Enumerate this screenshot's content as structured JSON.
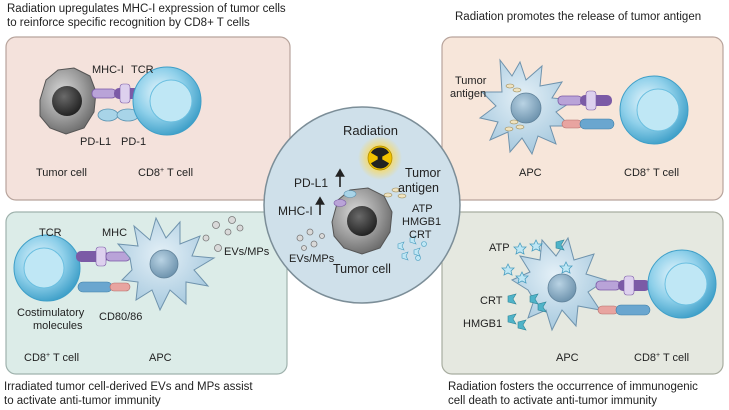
{
  "panels": {
    "top_left": {
      "caption_line1": "Radiation upregulates MHC-I expression of tumor cells",
      "caption_line2": "to reinforce specific recognition by CD8+ T cells",
      "mhc": "MHC-I",
      "tcr": "TCR",
      "pdl1": "PD-L1",
      "pd1": "PD-1",
      "tumor_cell": "Tumor cell",
      "cd8_prefix": "CD8",
      "cd8_sup": "+",
      "cd8_suffix": " T cell",
      "colors": {
        "bg": "#f4e2dc",
        "border": "#b8a49c"
      }
    },
    "top_right": {
      "caption": "Radiation promotes the release of tumor antigen",
      "tumor_line1": "Tumor",
      "tumor_line2": "antigen",
      "apc": "APC",
      "cd8_prefix": "CD8",
      "cd8_sup": "+",
      "cd8_suffix": " T cell",
      "colors": {
        "bg": "#f7e6da",
        "border": "#b8a49c"
      }
    },
    "bottom_left": {
      "caption_line1": "Irradiated tumor cell-derived EVs and MPs assist",
      "caption_line2": "to activate anti-tumor immunity",
      "tcr": "TCR",
      "mhc": "MHC",
      "evs": "EVs/MPs",
      "costim_line1": "Costimulatory",
      "costim_line2": "molecules",
      "cd80": "CD80/86",
      "cd8_prefix": "CD8",
      "cd8_sup": "+",
      "cd8_suffix": " T cell",
      "apc": "APC",
      "colors": {
        "bg": "#dcece8",
        "border": "#9fb2ad"
      }
    },
    "bottom_right": {
      "caption_line1": "Radiation fosters the occurrence of immunogenic",
      "caption_line2": "cell death to activate anti-tumor immunity",
      "atp": "ATP",
      "crt": "CRT",
      "hmgb1": "HMGB1",
      "apc": "APC",
      "cd8_prefix": "CD8",
      "cd8_sup": "+",
      "cd8_suffix": " T cell",
      "colors": {
        "bg": "#e5e8e0",
        "border": "#a8ada0"
      }
    },
    "center": {
      "radiation": "Radiation",
      "pdl1": "PD-L1",
      "mhc": "MHC-I",
      "tumor_line1": "Tumor",
      "tumor_line2": "antigen",
      "atp": "ATP",
      "hmgb1": "HMGB1",
      "crt": "CRT",
      "evs": "EVs/MPs",
      "tumor_cell": "Tumor cell",
      "colors": {
        "bg": "#cfe0ea",
        "border": "#7c8e98",
        "radiation": "#f2c200"
      }
    }
  },
  "icons": [
    "radiation-hazard-icon",
    "up-arrow-icon"
  ],
  "colors": {
    "tumor_cell": "#8c8c8c",
    "nucleus": "#3b3b3b",
    "apc": "#b3d3e6",
    "t_cell": "#6bbfe0",
    "tcr": "#7b5aa6",
    "mhc": "#b9a3d8",
    "pd1": "#a8d4e8",
    "costim": "#e8a4a0"
  }
}
